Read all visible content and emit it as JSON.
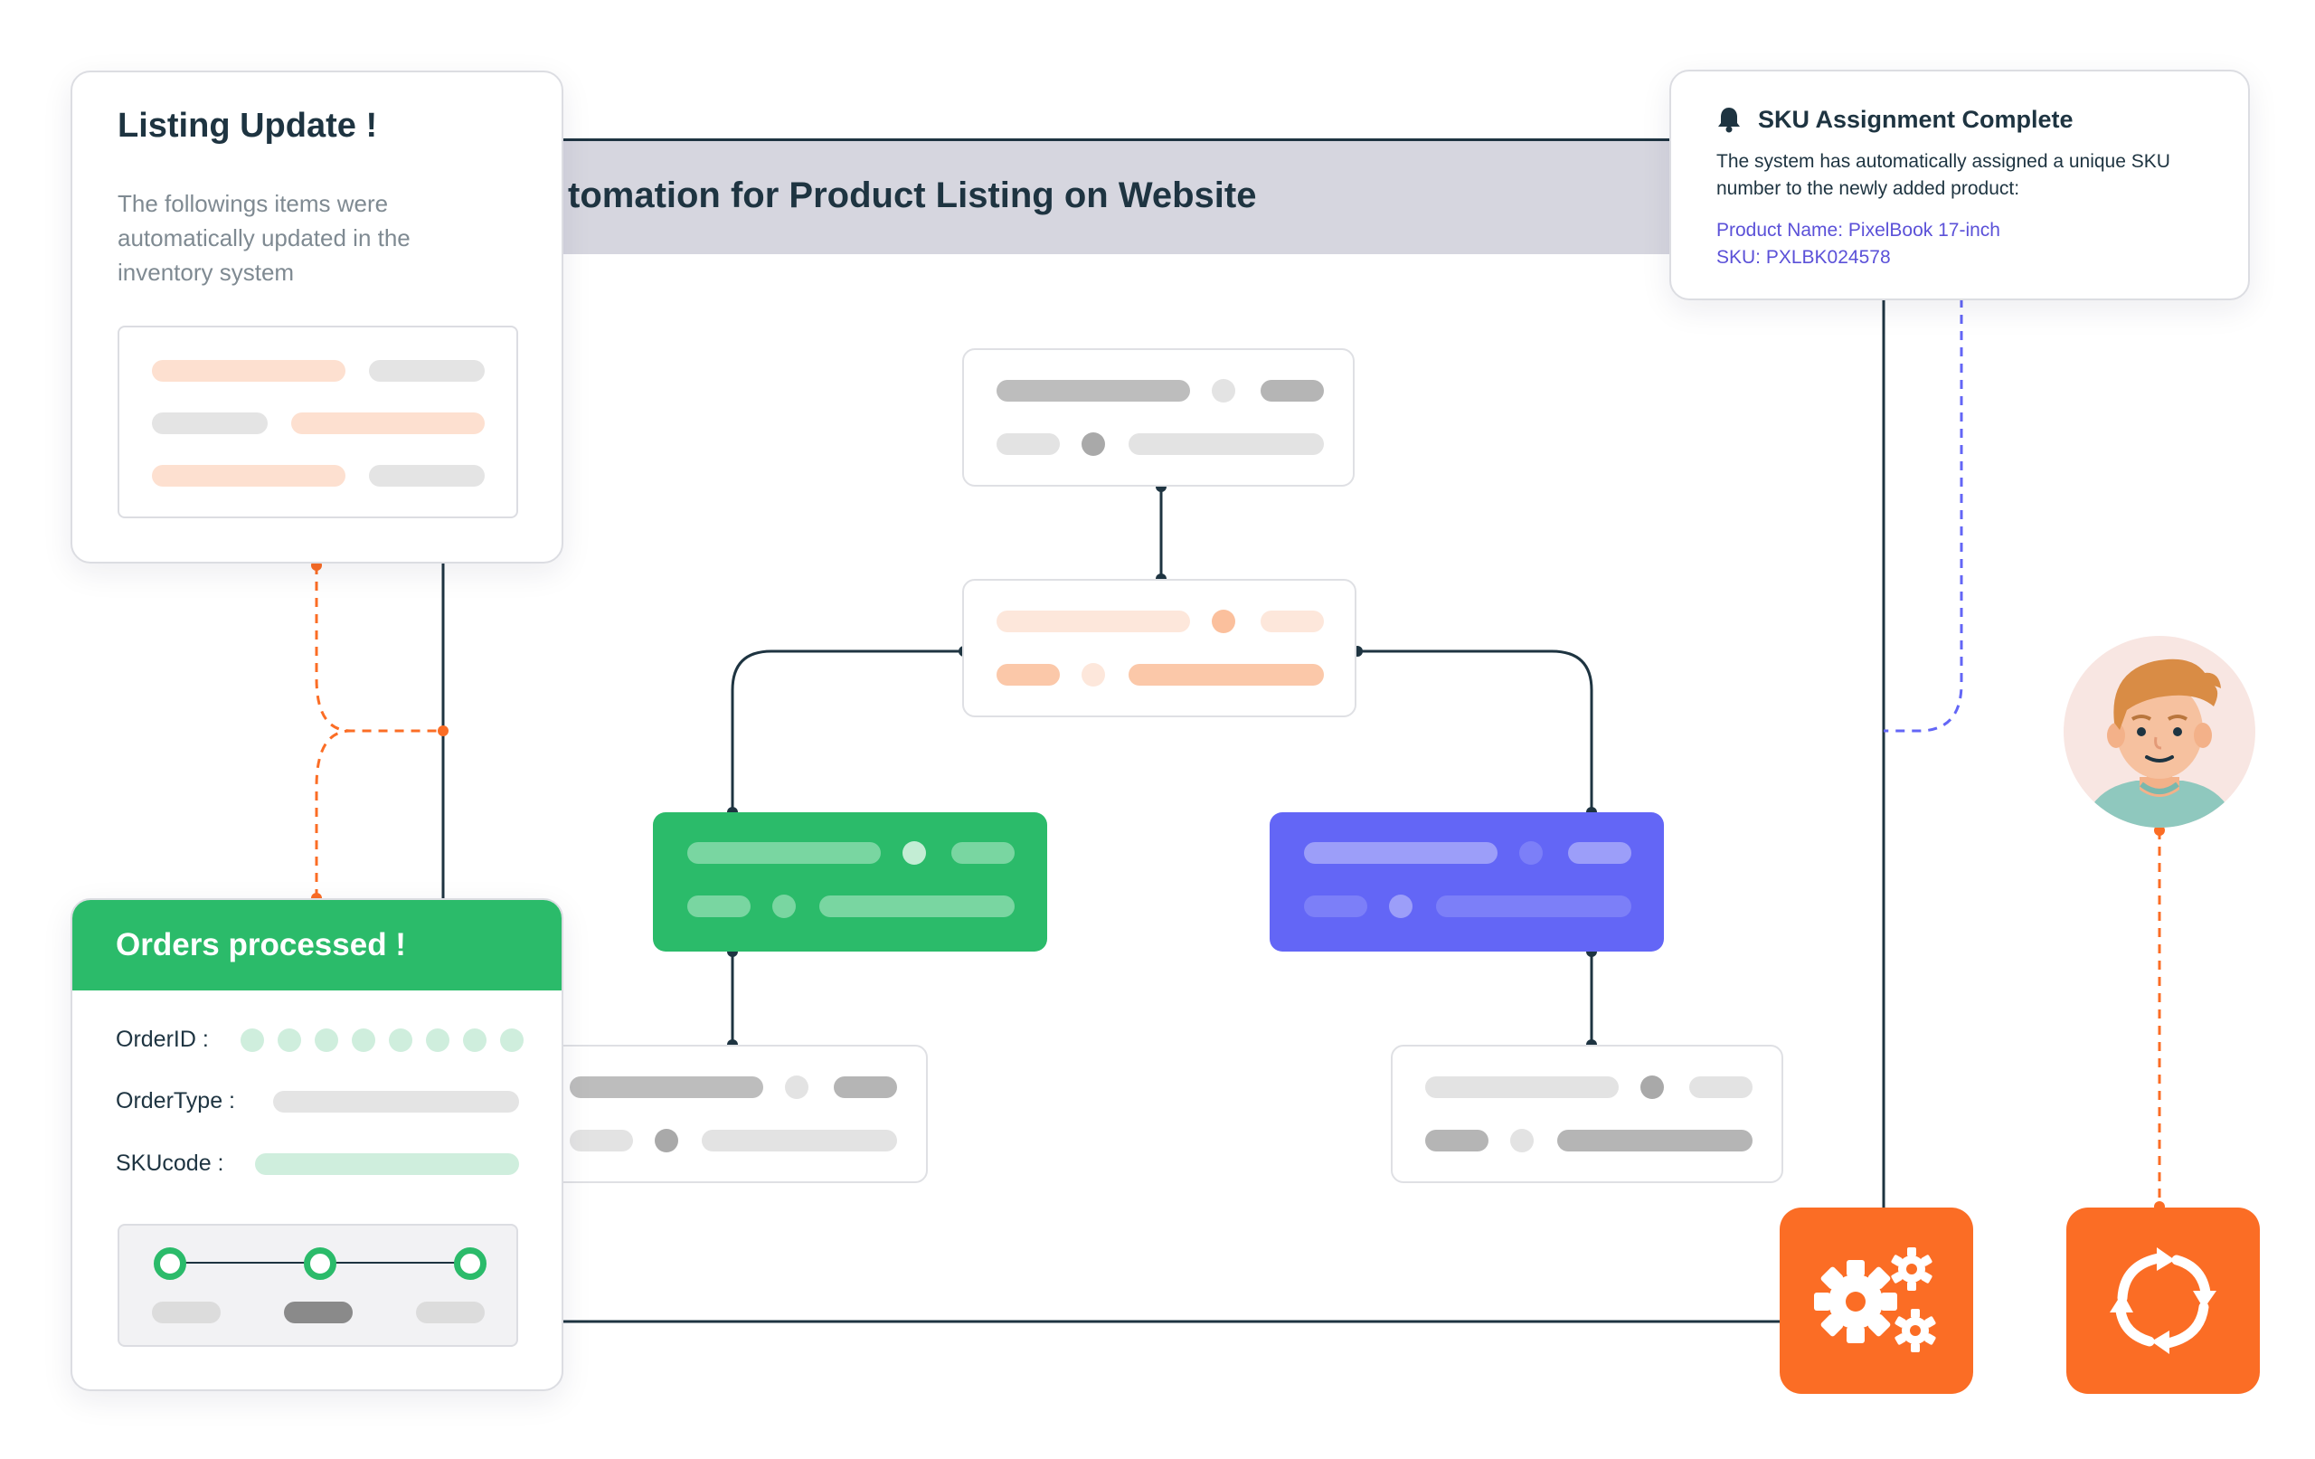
{
  "colors": {
    "accent_orange": "#fb6d25",
    "accent_green": "#2bbb6a",
    "accent_indigo": "#6366f6",
    "dark_line": "#1e3441",
    "header_band": "#d6d6df",
    "sku_text": "#5b51d8"
  },
  "main_panel": {
    "title": "tomation for Product Listing on Website"
  },
  "listing_card": {
    "title": "Listing Update !",
    "body": "The followings items were automatically updated in the inventory system"
  },
  "sku_card": {
    "icon": "bell-icon",
    "title": "SKU Assignment Complete",
    "body": "The system has automatically assigned a unique SKU number to the newly added product:",
    "product_name": "Product Name: PixelBook 17-inch",
    "sku": "SKU: PXLBK024578"
  },
  "orders_card": {
    "title": "Orders processed !",
    "fields": {
      "order_id": "OrderID :",
      "order_type": "OrderType :",
      "sku_code": "SKUcode :"
    }
  },
  "tiles": {
    "settings": "gears-icon",
    "sync": "sync-icon"
  },
  "avatar": "user-avatar"
}
